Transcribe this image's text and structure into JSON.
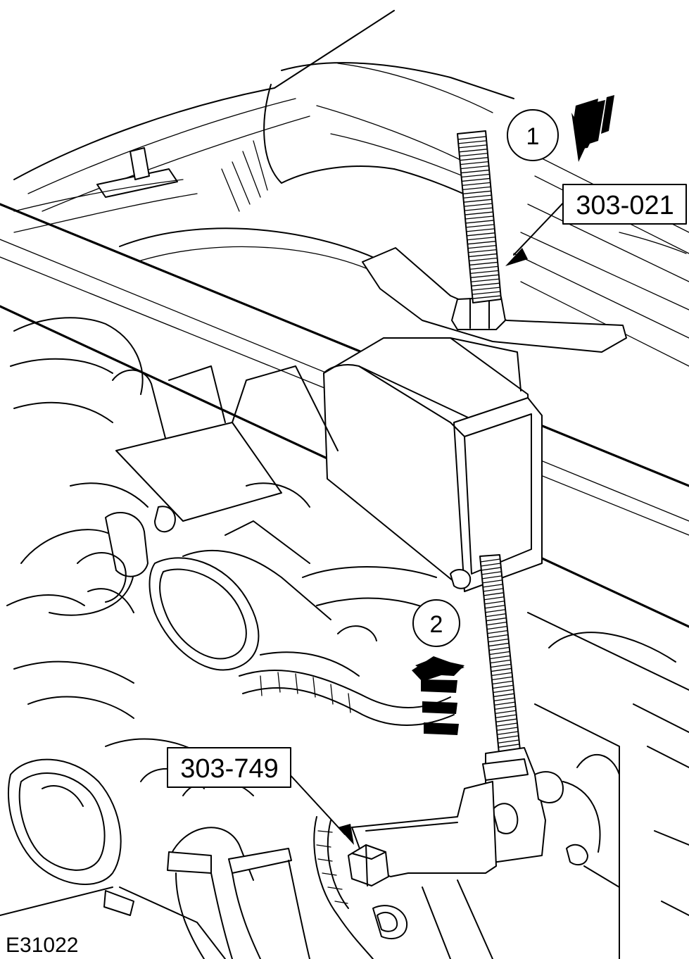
{
  "figure": {
    "id": "E31022"
  },
  "callouts": [
    {
      "key": "step1",
      "text": "1"
    },
    {
      "key": "step2",
      "text": "2"
    }
  ],
  "tools": [
    {
      "key": "tool_top",
      "text": "303-021"
    },
    {
      "key": "tool_bottom",
      "text": "303-749"
    }
  ],
  "icons": {
    "motion_arrow_down": "arrow-down-left-icon",
    "motion_arrow_up": "arrow-up-icon"
  },
  "colors": {
    "line": "#000000",
    "background": "#ffffff"
  }
}
